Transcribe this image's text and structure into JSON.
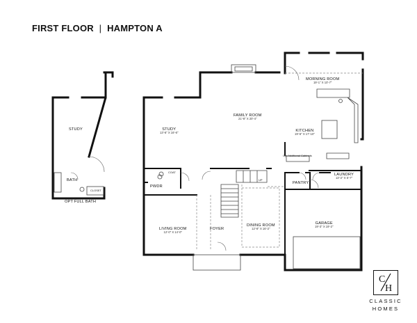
{
  "header": {
    "floor": "FIRST FLOOR",
    "separator": "|",
    "plan_name": "HAMPTON A"
  },
  "rooms": {
    "study_opt": {
      "name": "STUDY"
    },
    "bath": {
      "name": "BATH"
    },
    "closet": {
      "name": "CLOSET"
    },
    "opt_full_bath": {
      "name": "OPT FULL BATH"
    },
    "study": {
      "name": "STUDY",
      "dims": "13'-6\" X 16'-6\""
    },
    "family_room": {
      "name": "FAMILY ROOM",
      "dims": "21'-8\" X 20'-4\""
    },
    "morning_room": {
      "name": "MORNING ROOM",
      "dims": "19'-1\" X 10'-7\""
    },
    "kitchen": {
      "name": "KITCHEN",
      "dims": "19'-6\" X 17'-10\""
    },
    "opt_cabinets": {
      "name": "Opt Additional Cabinets"
    },
    "coat": {
      "name": "COAT"
    },
    "pwdr": {
      "name": "PWDR"
    },
    "pantry": {
      "name": "PANTRY"
    },
    "laundry": {
      "name": "LAUNDRY",
      "dims": "13'-2\" X 5'-7\""
    },
    "up": {
      "name": "UP"
    },
    "living_room": {
      "name": "LIVING ROOM",
      "dims": "12'-0\" X 14'-0\""
    },
    "foyer": {
      "name": "FOYER"
    },
    "dining_room": {
      "name": "DINING ROOM",
      "dims": "12'-8\" X 16'-2\""
    },
    "garage": {
      "name": "GARAGE",
      "dims": "19'-3\" X 19'-2\""
    }
  },
  "logo": {
    "monogram": "C/H",
    "line1": "CLASSIC",
    "line2": "HOMES"
  },
  "colors": {
    "wall": "#111111",
    "thin": "#555555",
    "dash": "#888888"
  }
}
